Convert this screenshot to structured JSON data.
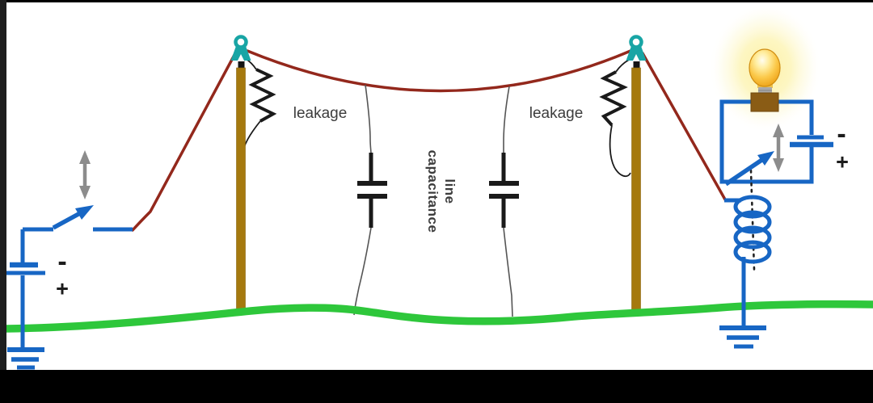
{
  "labels": {
    "leakage_left": "leakage",
    "leakage_right": "leakage",
    "line_capacitance_line1": "line",
    "line_capacitance_line2": "capacitance"
  },
  "source_battery": {
    "minus_label": "-",
    "plus_label": "+"
  },
  "load_battery": {
    "minus_label": "-",
    "plus_label": "+"
  },
  "colors": {
    "wire_blue": "#1766c4",
    "line_red": "#93281c",
    "ground_green": "#2ec73b",
    "pole_brown": "#a5790e",
    "insulator_teal": "#18a5a5",
    "component_black": "#1a1a1a",
    "arrow_gray": "#8c8c8c",
    "bulb_amber": "#fbc94a",
    "bulb_glow": "#fdf1a0",
    "base_brown": "#8a5c15",
    "label_text": "#3d3d3d",
    "frame_black": "#000000"
  }
}
